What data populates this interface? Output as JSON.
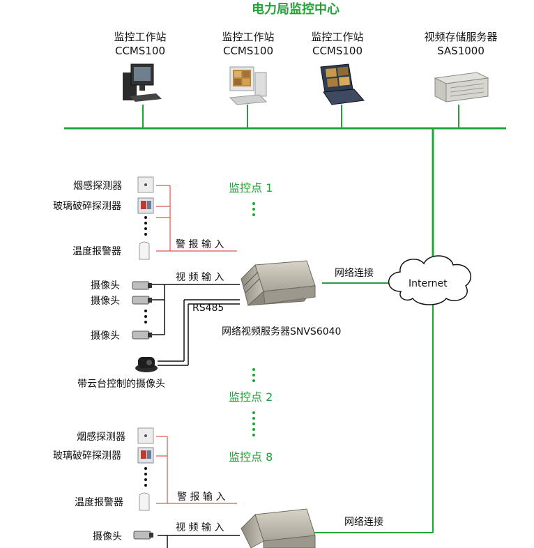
{
  "header": {
    "title": "电力局监控中心"
  },
  "workstations": [
    {
      "name": "监控工作站",
      "model": "CCMS100",
      "icon": "desktop-computer-icon"
    },
    {
      "name": "监控工作站",
      "model": "CCMS100",
      "icon": "desktop-computer-icon"
    },
    {
      "name": "监控工作站",
      "model": "CCMS100",
      "icon": "laptop-icon"
    },
    {
      "name": "视频存储服务器",
      "model": "SAS1000",
      "icon": "rack-server-icon"
    }
  ],
  "network": {
    "cloud_label": "Internet",
    "link_label": "网络连接"
  },
  "site1": {
    "label": "监控点 1",
    "smoke": "烟感探测器",
    "glass": "玻璃破碎探测器",
    "temp": "温度报警器",
    "alarm_in": "警 报 输 入",
    "video_in": "视 频 输 入",
    "cameras": [
      "摄像头",
      "摄像头",
      "摄像头"
    ],
    "ptz": "带云台控制的摄像头",
    "rs485": "RS485",
    "server": "网络视频服务器SNVS6040",
    "link": "网络连接"
  },
  "site2": {
    "label": "监控点 2"
  },
  "site8": {
    "label": "监控点 8",
    "smoke": "烟感探测器",
    "glass": "玻璃破碎探测器",
    "temp": "温度报警器",
    "alarm_in": "警 报 输 入",
    "video_in": "视 频 输 入",
    "camera": "摄像头",
    "link": "网络连接"
  },
  "colors": {
    "green": "#22a33a",
    "alarm_line": "#d9584a",
    "wire": "#111111"
  }
}
